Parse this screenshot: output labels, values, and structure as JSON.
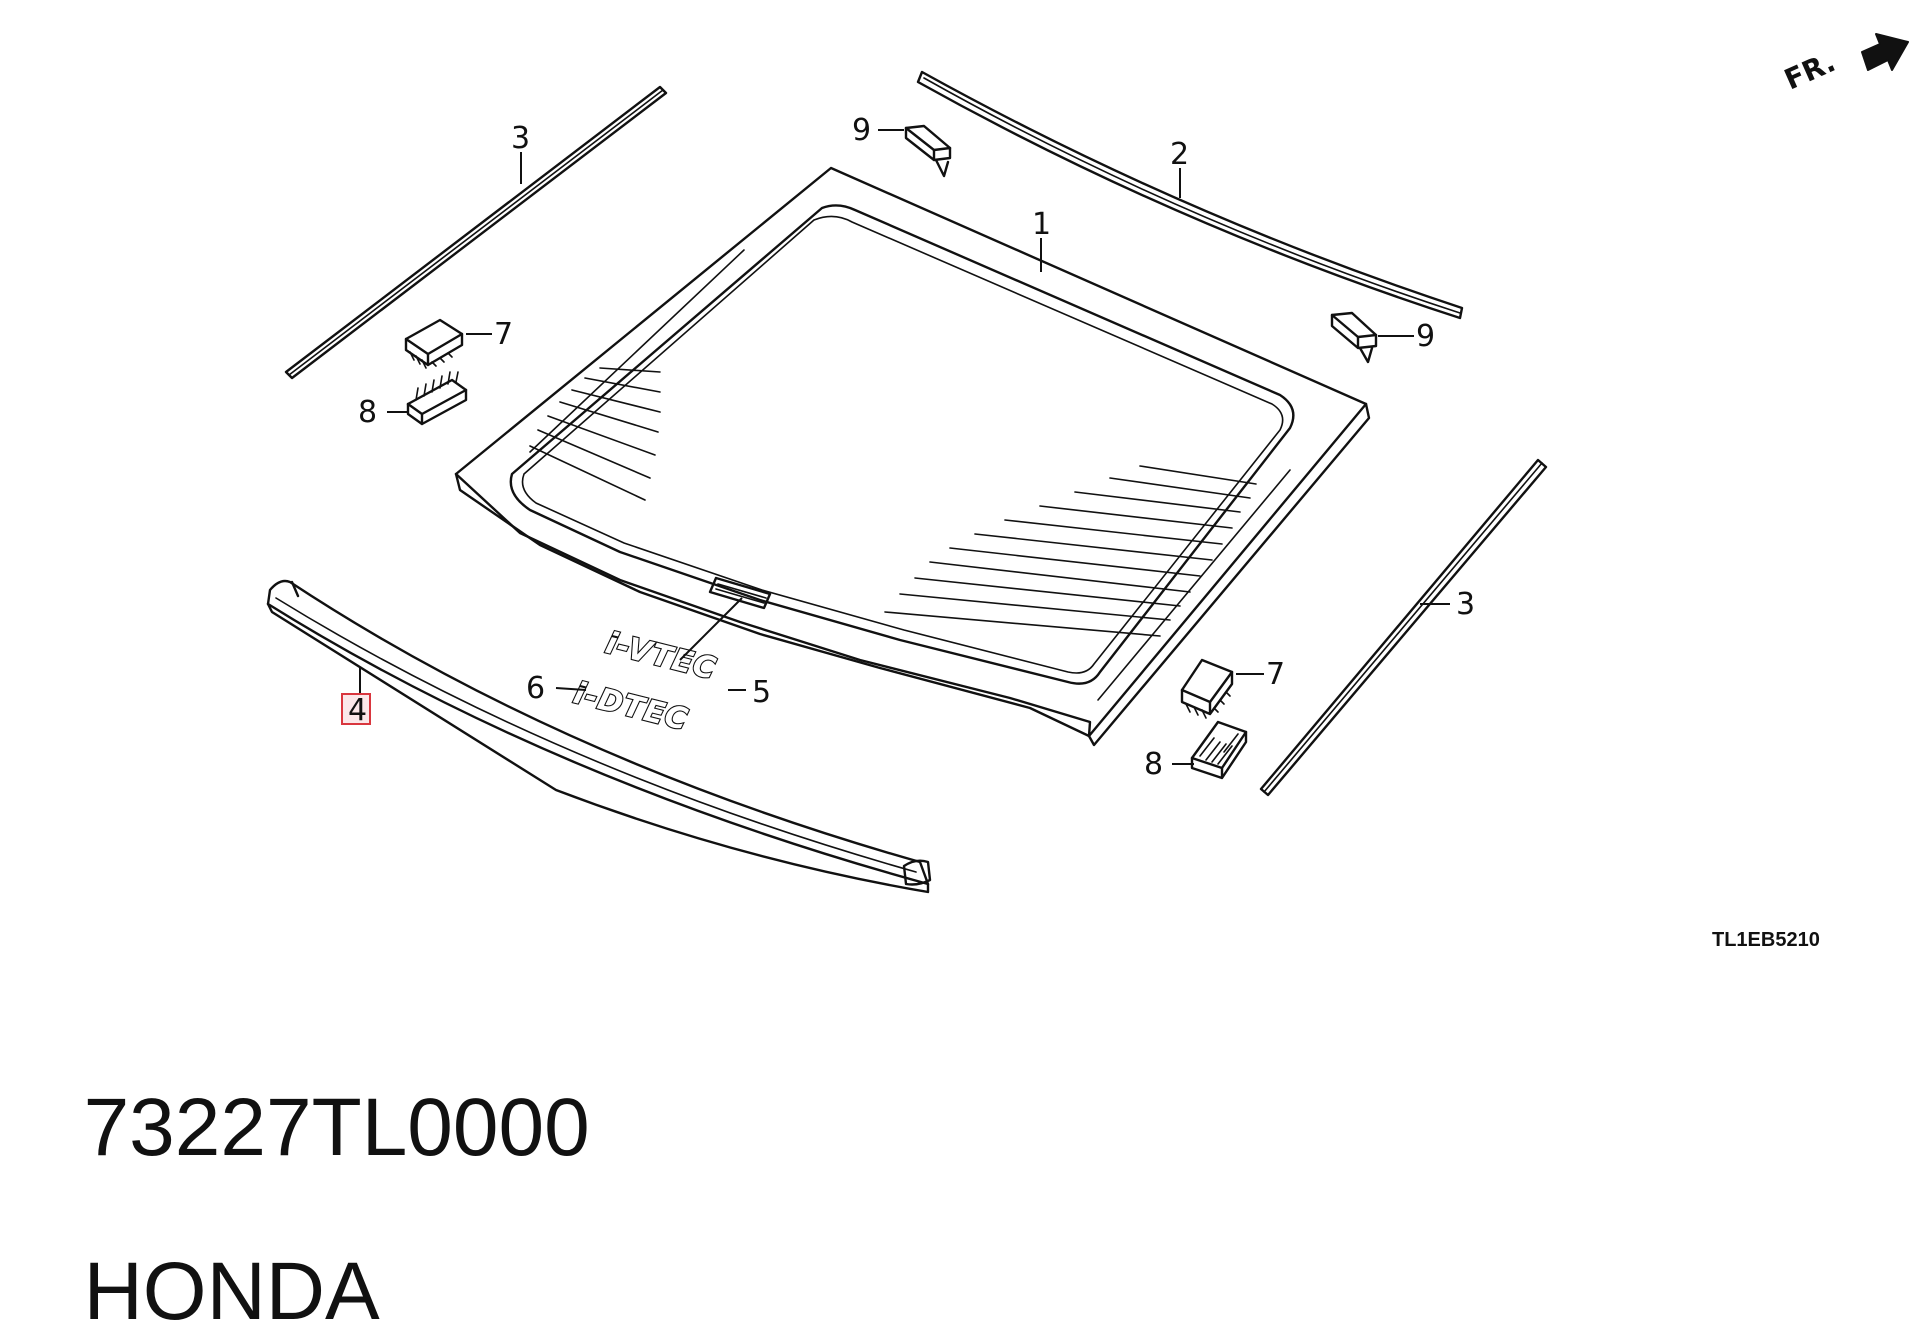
{
  "diagram": {
    "reference_code": "TL1EB5210",
    "direction_label": "FR.",
    "callouts": {
      "windshield": "1",
      "upper_molding": "2",
      "side_molding_left": "3",
      "side_molding_right": "3",
      "lower_molding": "4",
      "emblem_ivtec": "5",
      "emblem_idtec": "6",
      "clip_upper_left": "7",
      "clip_lower_right": "7",
      "clip_lower_left": "8",
      "clip_right": "8",
      "bracket_left": "9",
      "bracket_right": "9"
    },
    "emblems": {
      "ivtec": "i-VTEC",
      "idtec": "i-DTEC"
    },
    "highlighted_callout": "4"
  },
  "caption": {
    "part_number": "73227TL0000",
    "brand": "HONDA"
  },
  "colors": {
    "line": "#111111",
    "highlight_border": "#d9363e",
    "highlight_fill": "#fbe7e9",
    "background": "#ffffff"
  }
}
